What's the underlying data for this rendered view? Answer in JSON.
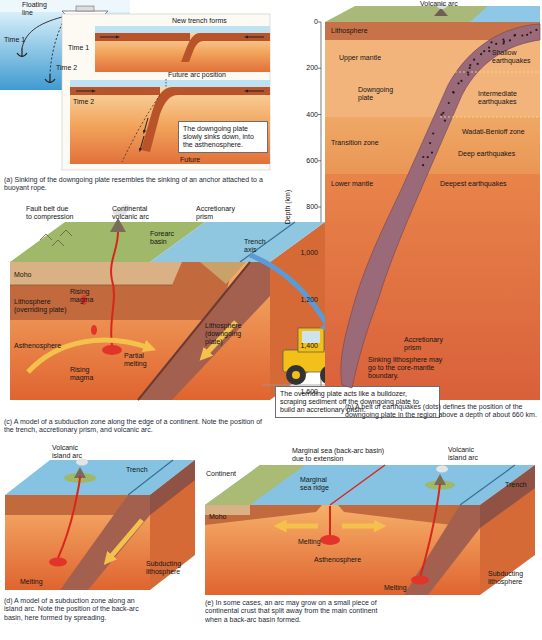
{
  "diagram": {
    "nodes": [
      {
        "text": [
          "The downgoing plate slowly sinks down, into the asthenosphere."
        ]
      },
      {
        "text": [
          "Lithosphere"
        ]
      },
      {
        "text": [
          "Upper mantle"
        ]
      },
      {
        "text": [
          "Transition zone"
        ]
      },
      {
        "text": [
          "Lower mantle"
        ]
      },
      {
        "text": [
          "The overriding plate acts like a bulldozer, scraping sediment off the downgoing plate to build an accretionary prism."
        ]
      }
    ],
    "labels": [
      "Floating line",
      "Time 1",
      "Time 2",
      "New trench forms",
      "Time 1",
      "Future arc position",
      "Time 2",
      "Future",
      "(a) Sinking of the downgoing plate resembles the sinking of an anchor attached to a buoyant rope.",
      "Volcanic arc",
      "Shallow earthquakes",
      "Downgoing plate",
      "Intermediate earthquakes",
      "Wadati-Benioff zone",
      "Deep earthquakes",
      "Deepest earthquakes",
      "Depth (km)",
      "0",
      "200",
      "400",
      "600",
      "800",
      "1,000",
      "1,200",
      "1,400",
      "1,600",
      "Sinking lithosphere may go to the core-mantle boundary.",
      "(b) A belt of earthquakes (dots) defines the position of the downgoing plate in the region above a depth of about 660 km.",
      "Fault belt due to compression",
      "Continental volcanic arc",
      "Forearc basin",
      "Accretionary prism",
      "Trench axis",
      "Moho",
      "Rising magma",
      "Lithosphere (overriding plate)",
      "Lithosphere (downgoing plate)",
      "Asthenosphere",
      "Rising magma",
      "Partial melting",
      "(c) A model of a subduction zone along the edge of a continent. Note the position of the trench, accretionary prism, and volcanic arc.",
      "Accretionary prism",
      "(d) A model of a subduction zone along an island arc. Note the position of the back-arc basin, here formed by spreading.",
      "Volcanic island arc",
      "Trench",
      "Subducting lithosphere",
      "Melting",
      "Continent",
      "Marginal sea (back-arc basin) due to extension",
      "Marginal sea ridge",
      "Volcanic island arc",
      "Trench",
      "Moho",
      "Melting",
      "Asthenosphere",
      "Melting",
      "Subducting lithosphere",
      "(e) In some cases, an arc may grow on a small piece of continental crust that split away from the main continent when a back-arc basin formed."
    ]
  }
}
